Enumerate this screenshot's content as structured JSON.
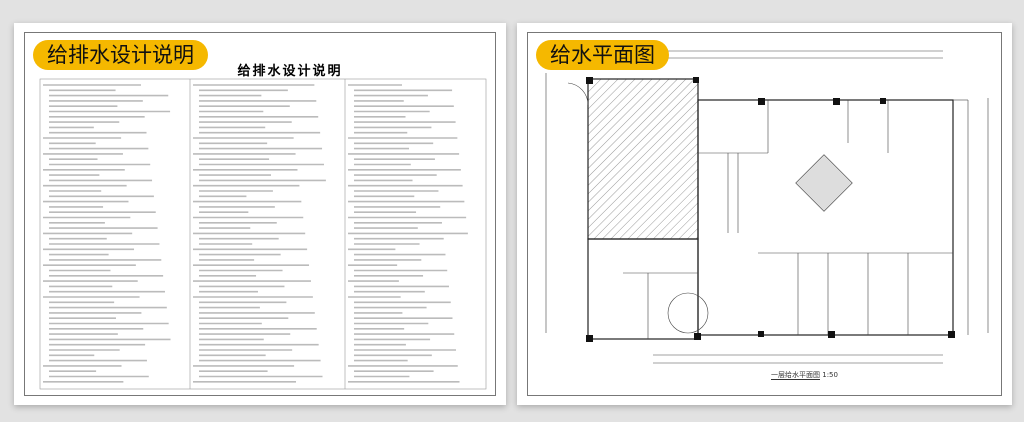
{
  "left_card": {
    "badge": "给排水设计说明",
    "title": "给排水设计说明"
  },
  "right_card": {
    "badge": "给水平面图",
    "caption": "一层给水平面图",
    "scale": "1:50"
  }
}
